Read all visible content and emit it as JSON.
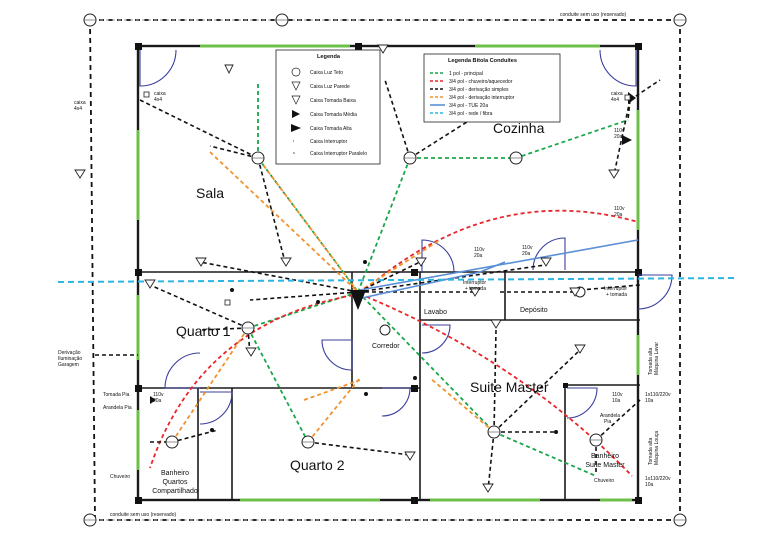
{
  "rooms": {
    "sala": "Sala",
    "cozinha": "Cozinha",
    "quarto1": "Quarto 1",
    "quarto2": "Quarto 2",
    "corredor": "Corredor",
    "lavabo": "Lavabo",
    "deposito": "Depósito",
    "suite_master": "Suite Master",
    "banheiro_quartos": [
      "Banheiro",
      "Quartos",
      "Compartilhado"
    ],
    "banheiro_suite": [
      "Banheiro",
      "Suite Master"
    ]
  },
  "legend": {
    "title": "Legenda",
    "items": [
      "Caixa Luz Teto",
      "Caixa Luz Parede",
      "Caixa Tomada Baixa",
      "Caixa Tomada Média",
      "Caixa Tomada Alta",
      "Caixa Interruptor",
      "Caixa Interruptor Paralelo"
    ]
  },
  "conduit_legend": {
    "title": "Legenda Bitola Conduítes",
    "items": [
      {
        "label": "1 pol - principal",
        "color": "#1aa64a",
        "dash": true
      },
      {
        "label": "3/4 pol - chuveiro/aquecedor",
        "color": "#e8262a",
        "dash": true
      },
      {
        "label": "3/4 pol - derivação simples",
        "color": "#111111",
        "dash": true
      },
      {
        "label": "3/4 pol - derivação interruptor",
        "color": "#f2922d",
        "dash": true
      },
      {
        "label": "3/4 pol - TUE 20a",
        "color": "#5b8fd6",
        "dash": false
      },
      {
        "label": "3/4 pol - rede / fibra",
        "color": "#2bb6e3",
        "dash": true
      }
    ]
  },
  "annotations": {
    "conduite_top": "conduite sem uso (reservado)",
    "conduite_bottom": "conduite sem uso (reservado)",
    "caixa_left": [
      "caixa",
      "4x4"
    ],
    "caixa_sala": [
      "caixa",
      "4x4"
    ],
    "caixa_cozinha": [
      "caixa",
      "4x4"
    ],
    "derivacao": [
      "Derivação",
      "Iluminação",
      "Garagem"
    ],
    "tomada_pia": "Tomada Pia",
    "arandela_pia_left": "Arandela Pia",
    "chuveiro_left": "Chuveiro",
    "chuveiro_right": "Chuveiro",
    "arandela_pia_right": [
      "Arandela",
      "Pia"
    ],
    "interruptor_tomada_1": [
      "Interruptor",
      "+ tomada"
    ],
    "interruptor_tomada_2": [
      "Interruptor",
      "+ tomada"
    ],
    "v110_20a_a": [
      "110v",
      "20a"
    ],
    "v110_20a_b": [
      "110v",
      "20a"
    ],
    "v110_20a_c": [
      "110v",
      "20a"
    ],
    "v110_20a_d": [
      "110v",
      "20a"
    ],
    "v110_20a_e": [
      "110v",
      "20a"
    ],
    "v110_20a_f": [
      "110v",
      "20a"
    ],
    "v110_10a": [
      "110v",
      "10a"
    ],
    "v220_10a_a": [
      "1x110/220v",
      "10a"
    ],
    "v220_10a_b": [
      "1x110/220v",
      "10a"
    ],
    "tomada_maquina_lavar": [
      "Tomada alta",
      "Máquina Lavar"
    ],
    "tomada_maquina_louca": [
      "Tomada alta",
      "Máquina Louça"
    ]
  },
  "colors": {
    "green": "#1aa64a",
    "red": "#e8262a",
    "black": "#111111",
    "orange": "#f2922d",
    "blue": "#5b8fd6",
    "cyan": "#2bb6e3",
    "window": "#6cc04a",
    "door": "#3b3f9c"
  },
  "icons": [
    "ceiling-light-icon",
    "wall-light-icon",
    "switch-icon",
    "outlet-icon",
    "junction-box-icon"
  ]
}
